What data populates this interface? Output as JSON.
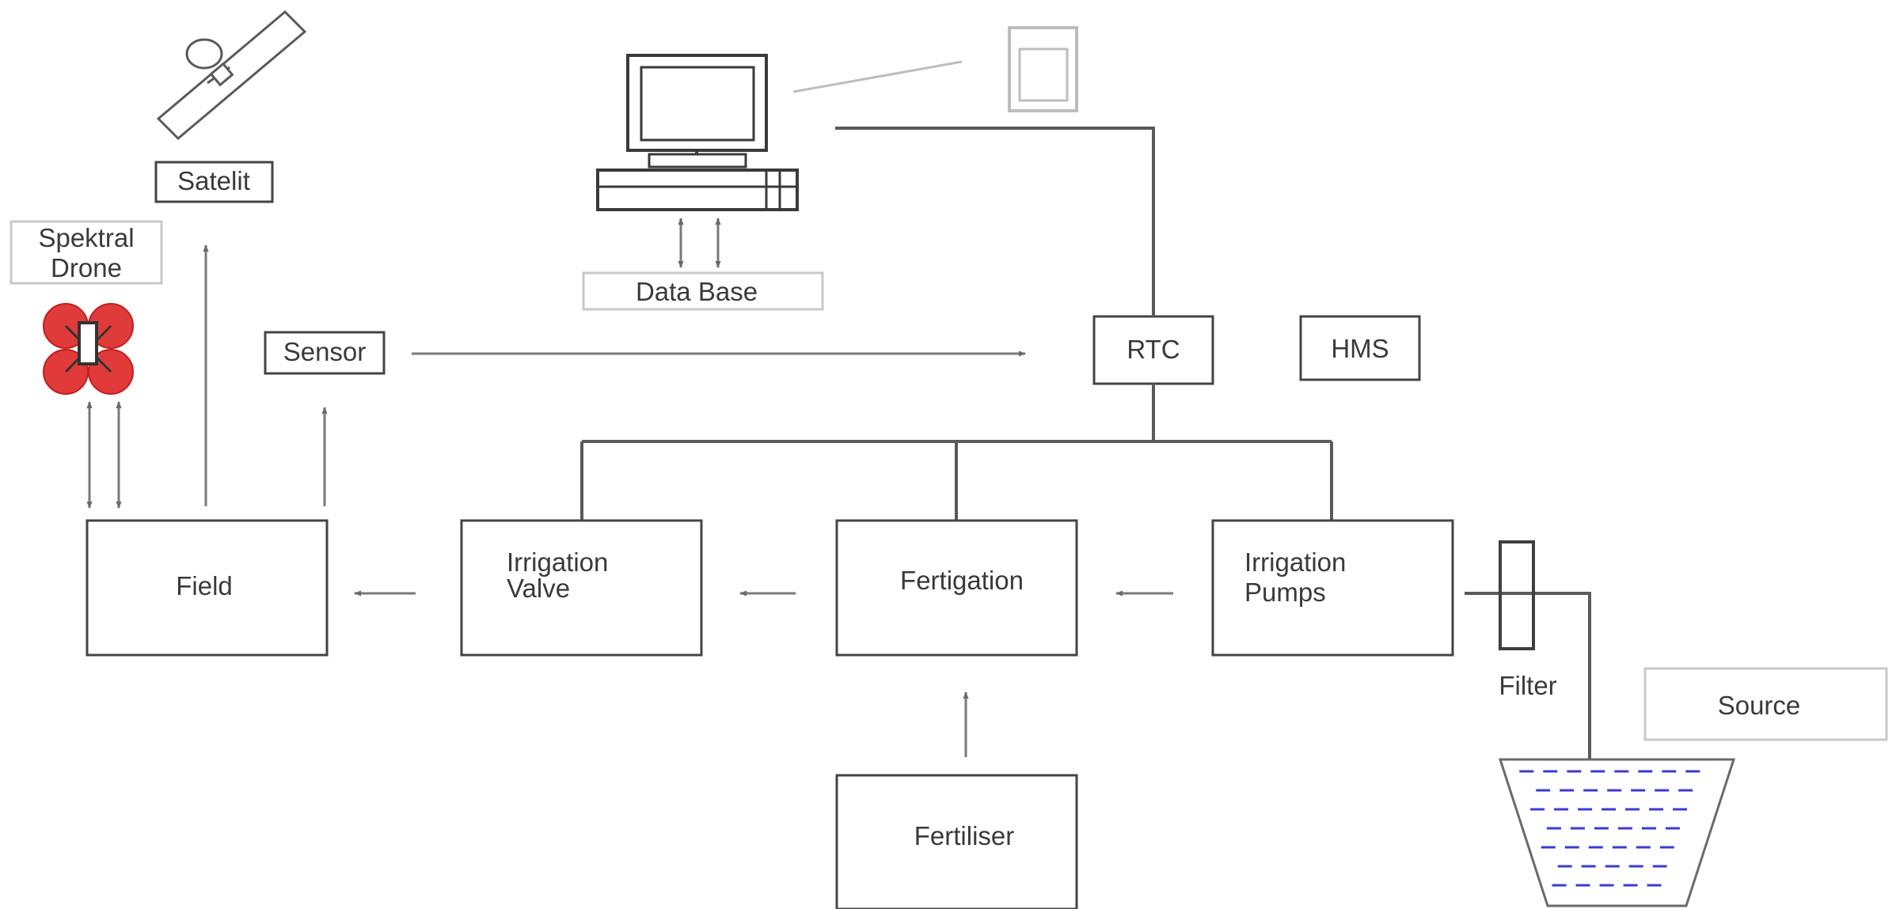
{
  "labels": {
    "satelit": "Satelit",
    "spektral_drone_line1": "Spektral",
    "spektral_drone_line2": "Drone",
    "sensor": "Sensor",
    "data_base": "Data Base",
    "rtc": "RTC",
    "hms": "HMS",
    "field": "Field",
    "irrigation_valve_line1": "Irrigation",
    "irrigation_valve_line2": "Valve",
    "fertigation": "Fertigation",
    "irrigation_pumps_line1": "Irrigation",
    "irrigation_pumps_line2": "Pumps",
    "filter": "Filter",
    "source": "Source",
    "fertiliser": "Fertiliser"
  },
  "colors": {
    "line": "#5a5a5a",
    "box_border": "#3f3f3f",
    "light_border": "#c8c8c8",
    "drone_red": "#e03a3a",
    "water": "#3b3bd6"
  },
  "icons": [
    "satellite-icon",
    "drone-icon",
    "computer-icon",
    "printer-icon",
    "water-tank-icon"
  ]
}
